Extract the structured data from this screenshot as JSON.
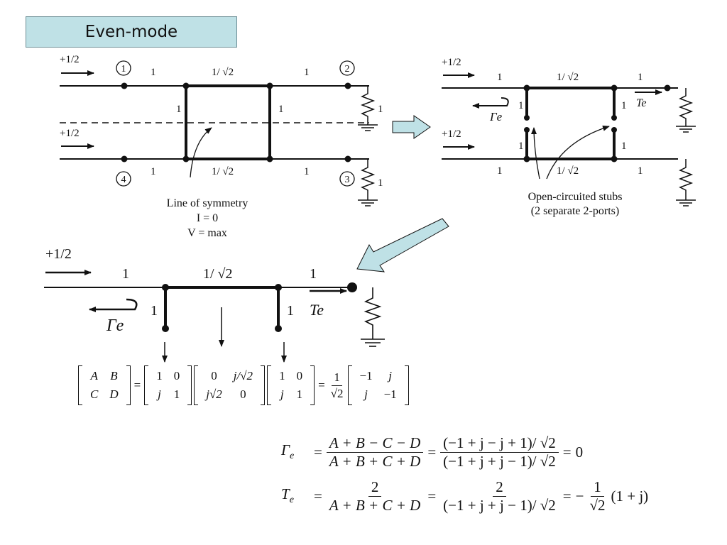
{
  "title": "Even-mode",
  "labels": {
    "plus_half": "+1/2",
    "one": "1",
    "inv_sqrt2": "1/ √2",
    "port1": "1",
    "port2": "2",
    "port3": "3",
    "port4": "4",
    "line_of_symmetry": "Line of symmetry",
    "current_zero": "I = 0",
    "voltage_max": "V = max",
    "open_stubs": "Open-circuited stubs",
    "two_ports": "(2 separate 2-ports)",
    "gamma_e": "Γe",
    "t_e": "Te"
  },
  "matrix_equation": {
    "abcd": [
      [
        "A",
        "B"
      ],
      [
        "C",
        "D"
      ]
    ],
    "m1": [
      [
        "1",
        "0"
      ],
      [
        "j",
        "1"
      ]
    ],
    "m2": [
      [
        "0",
        "j/√2"
      ],
      [
        "j√2",
        "0"
      ]
    ],
    "m3": [
      [
        "1",
        "0"
      ],
      [
        "j",
        "1"
      ]
    ],
    "scale_num": "1",
    "scale_den": "√2",
    "result": [
      [
        "−1",
        "j"
      ],
      [
        "j",
        "−1"
      ]
    ]
  },
  "gamma_equation": {
    "lhs": "Γ",
    "lhs_sub": "e",
    "num1": "A + B − C − D",
    "den1": "A + B + C + D",
    "num2": "(−1 + j − j + 1)/ √2",
    "den2": "(−1 + j + j − 1)/ √2",
    "result": "0"
  },
  "t_equation": {
    "lhs": "T",
    "lhs_sub": "e",
    "num1": "2",
    "den1": "A + B + C + D",
    "num2": "2",
    "den2": "(−1 + j + j − 1)/ √2",
    "neg": "−",
    "num3": "1",
    "den3": "√2",
    "factor": "(1 + j)"
  }
}
